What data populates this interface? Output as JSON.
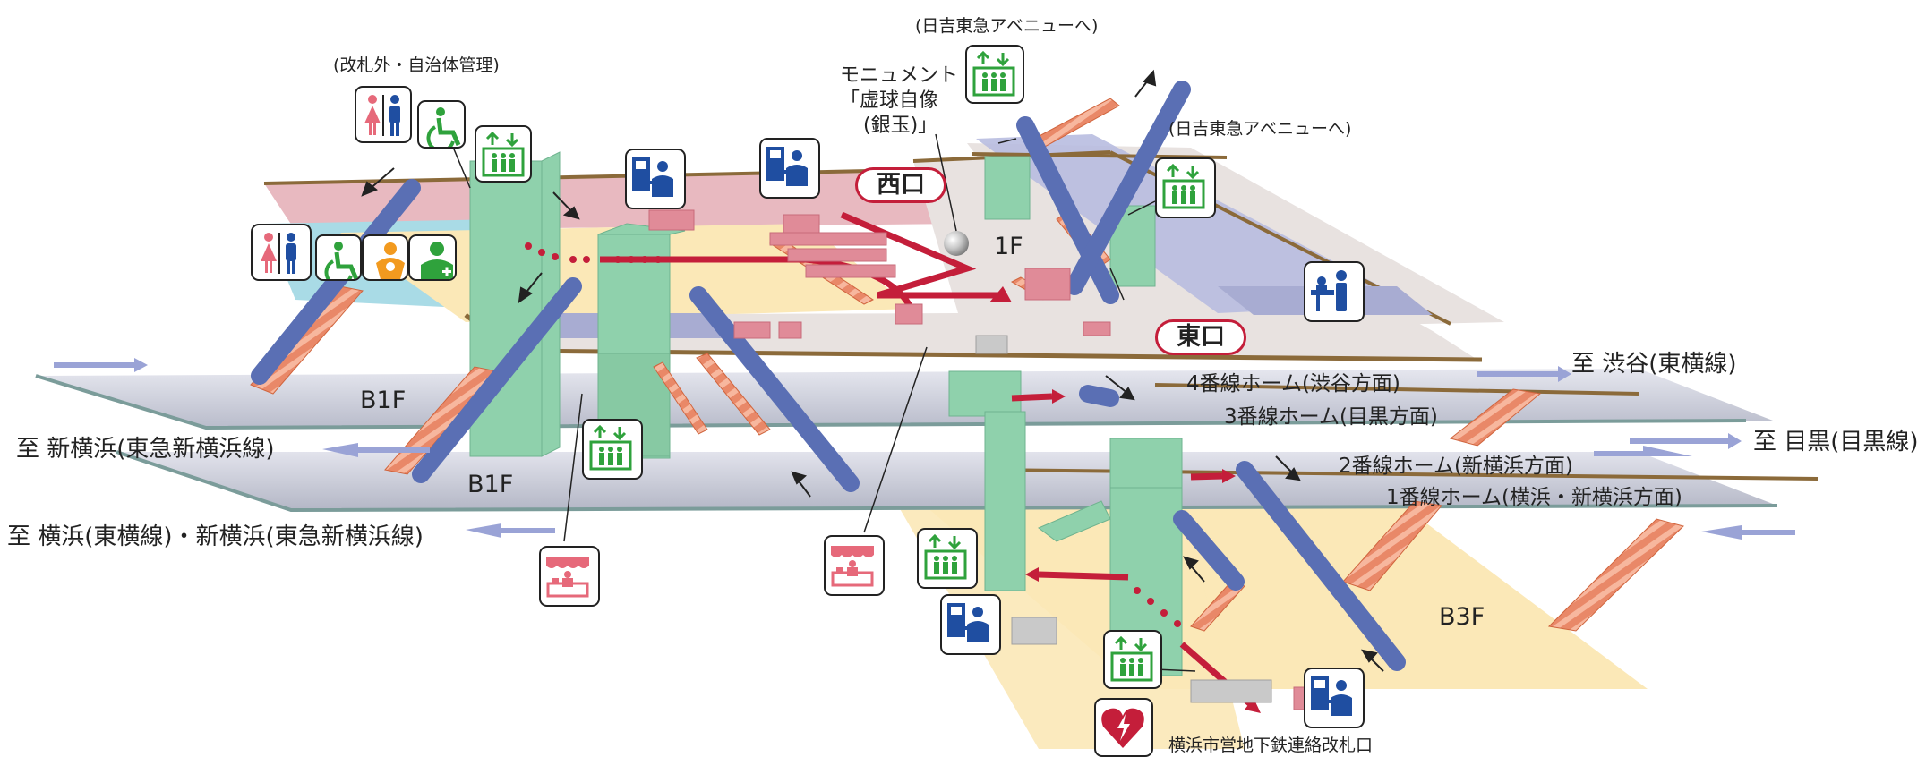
{
  "labels": {
    "to_shibuya": "至 渋谷(東横線)",
    "to_meguro": "至 目黒(目黒線)",
    "to_shinyokohama": "至 新横浜(東急新横浜線)",
    "to_yokohama": "至 横浜(東横線)・新横浜(東急新横浜線)",
    "platform_4": "4番線ホーム(渋谷方面)",
    "platform_3": "3番線ホーム(目黒方面)",
    "platform_2": "2番線ホーム(新横浜方面)",
    "platform_1": "1番線ホーム(横浜・新横浜方面)",
    "floor_b1f_upper": "B1F",
    "floor_b1f_lower": "B1F",
    "floor_1f": "1F",
    "floor_b3f": "B3F",
    "exit_west": "西口",
    "exit_east": "東口",
    "note_avenue_top": "(日吉東急アベニューへ)",
    "note_avenue_right": "(日吉東急アベニューへ)",
    "note_outside_gate": "(改札外・自治体管理)",
    "monument_line1": "モニュメント",
    "monument_line2": "「虚球自像",
    "monument_line3": "(銀玉)」",
    "subway_gate": "横浜市営地下鉄連絡改札口"
  },
  "icons": [
    "restroom-icon",
    "accessible-restroom-icon",
    "elevator-icon",
    "ticket-machine-icon",
    "ticket-machine-icon",
    "elevator-icon",
    "elevator-icon",
    "restroom-icon",
    "accessible-restroom-icon",
    "baby-care-icon",
    "multipurpose-room-icon",
    "station-office-icon",
    "elevator-icon",
    "shop-icon",
    "shop-icon",
    "elevator-icon",
    "ticket-machine-icon",
    "elevator-icon",
    "ticket-machine-icon",
    "aed-icon"
  ],
  "colors": {
    "gate_area": "#e8b9c0",
    "concourse": "#e8e2e0",
    "platform": "#c8cad8",
    "stairs": "#e98868",
    "escalator": "#5a6fb4",
    "elevator_shaft": "#8fd1ac",
    "route": "#c41e3a",
    "b3f_floor": "#fbe8b7",
    "accent_blue": "#1f4ea1",
    "accent_green": "#2fa23c"
  }
}
